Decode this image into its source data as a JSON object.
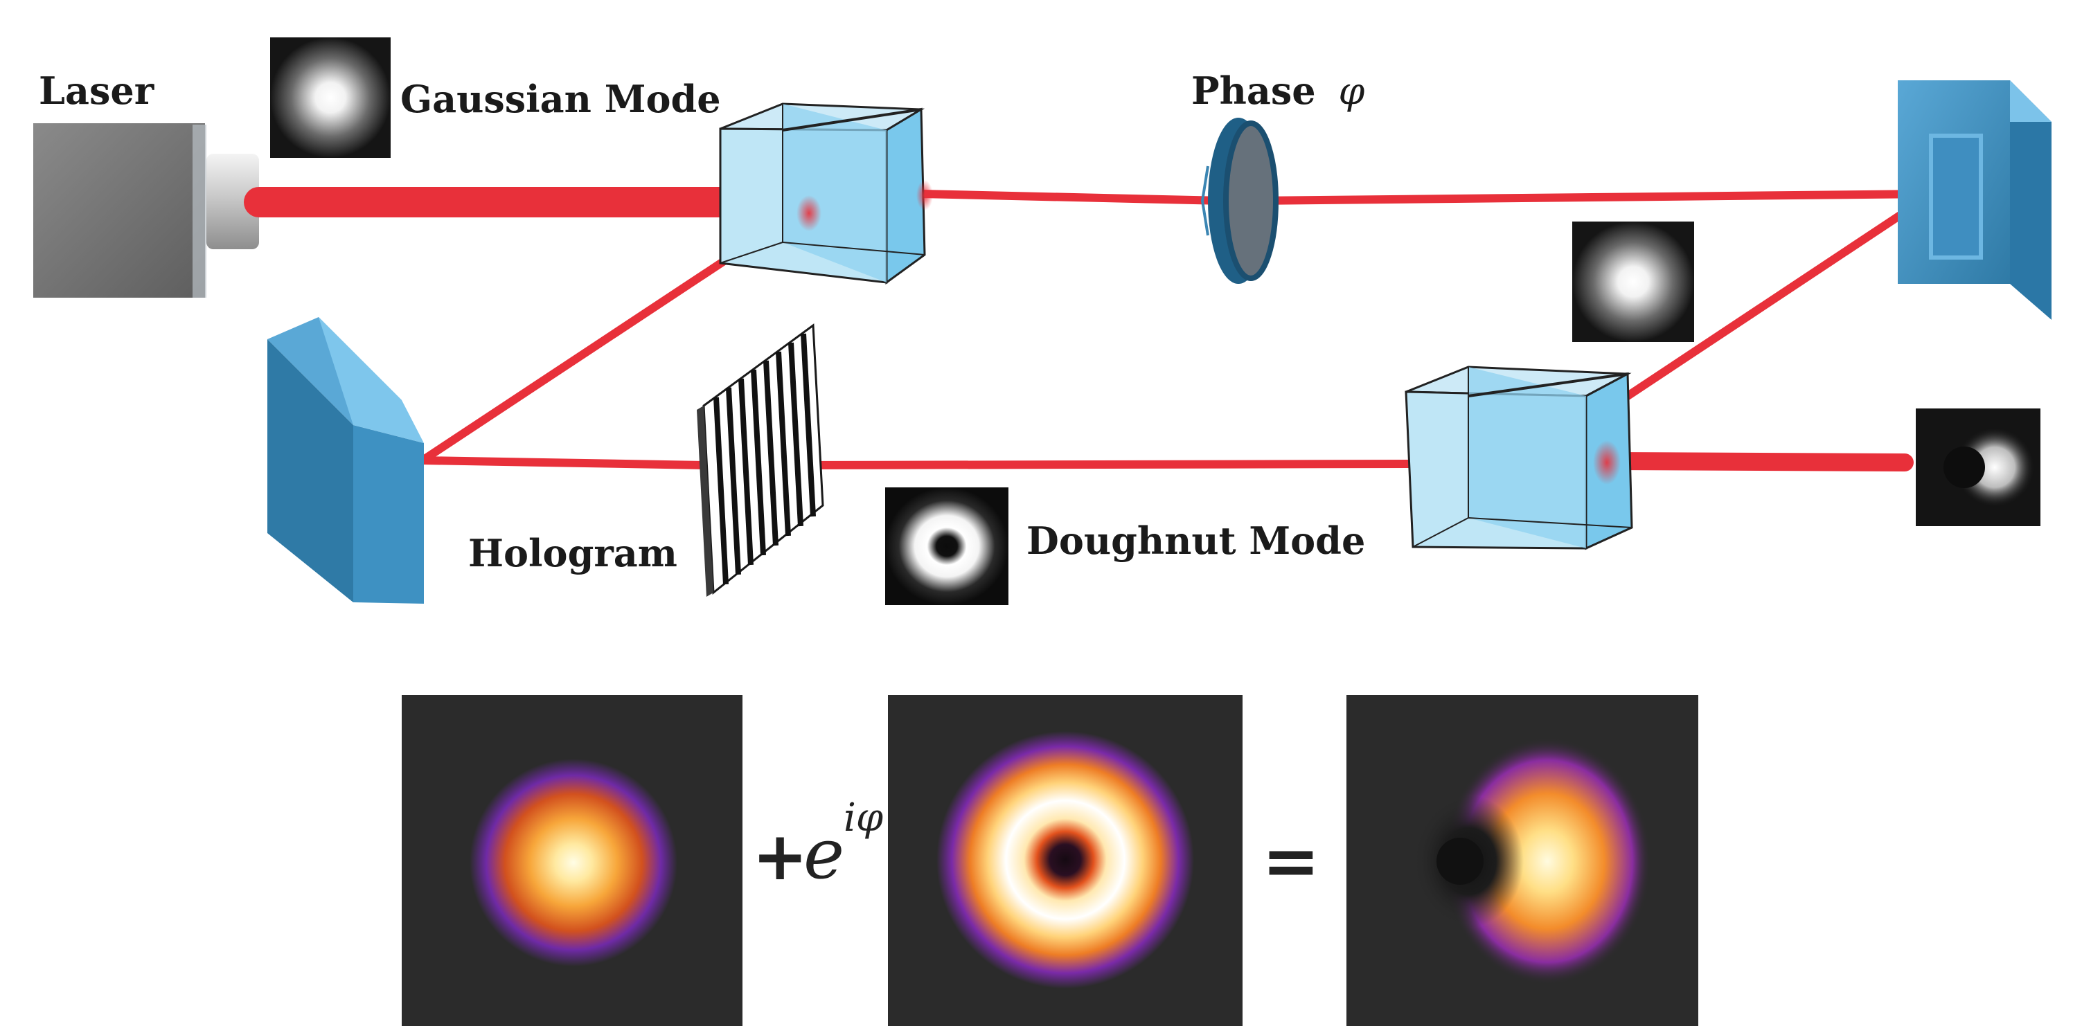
{
  "labels": {
    "laser": "Laser",
    "gaussian_mode": "Gaussian Mode",
    "phase_prefix": "Phase",
    "phase_symbol": "φ",
    "hologram": "Hologram",
    "doughnut_mode": "Doughnut Mode"
  },
  "equation": {
    "plus": "+",
    "base": "e",
    "exponent": "iφ",
    "equals": "="
  },
  "colors": {
    "beam": "#e8303a",
    "component_blue": "#3e8fbd",
    "cube_face": "#a9dcf2",
    "laser_body": "#6e6e6e",
    "panel_bg": "#2b2b2b"
  }
}
